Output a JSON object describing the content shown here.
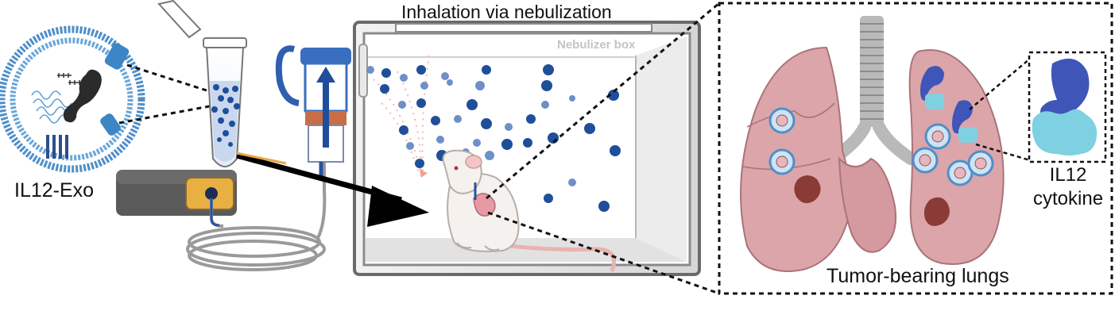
{
  "figure": {
    "title": "Inhalation via nebulization",
    "exosome_label": "IL12-Exo",
    "box_label": "Nebulizer box",
    "cytokine_label_line1": "IL12",
    "cytokine_label_line2": "cytokine",
    "lungs_label": "Tumor-bearing lungs"
  },
  "colors": {
    "droplet": "#1f4e9a",
    "droplet_light": "#6f8fc8",
    "lung": "#dba5aa",
    "lung_outline": "#a9747a",
    "tumor": "#8a3b35",
    "trachea": "#b9b9b9",
    "exosome_membrane": "#4f8fc9",
    "il12_dark": "#3f56b8",
    "il12_light": "#7fd0e0",
    "arrow": "#000000"
  }
}
